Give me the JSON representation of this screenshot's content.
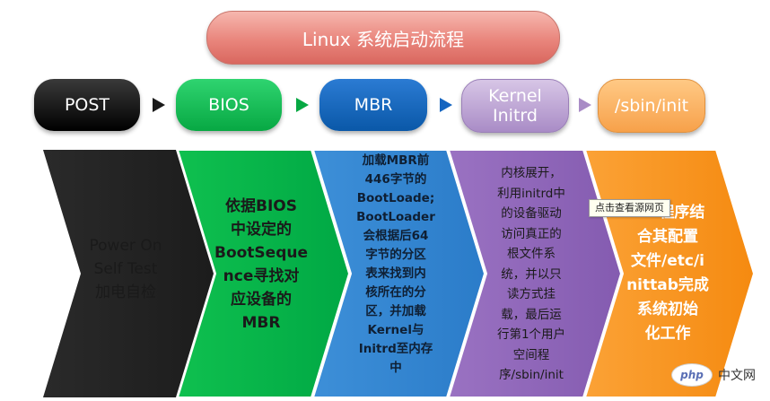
{
  "title": "Linux 系统启动流程",
  "stages": [
    {
      "label": "POST"
    },
    {
      "label": "BIOS"
    },
    {
      "label": "MBR"
    },
    {
      "label": "Kernel\nInitrd"
    },
    {
      "label": "/sbin/init"
    }
  ],
  "descriptions": [
    {
      "lines": [
        "Power On",
        "Self Test",
        "加电自检"
      ]
    },
    {
      "lines": [
        "依据BIOS",
        "中设定的",
        "BootSeque",
        "nce寻找对",
        "应设备的",
        "MBR"
      ]
    },
    {
      "lines": [
        "加载MBR前",
        "446字节的",
        "BootLoade;",
        "BootLoader",
        "会根据后64",
        "字节的分区",
        "表来找到内",
        "核所在的分",
        "区，并加载",
        "Kernel与",
        "Initrd至内存",
        "中"
      ]
    },
    {
      "lines": [
        "内核展开，",
        "利用initrd中",
        "的设备驱动",
        "访问真正的",
        "根文件系",
        "统，并以只",
        "读方式挂",
        "载，最后运",
        "行第1个用户",
        "空间程",
        "序/sbin/init"
      ]
    },
    {
      "lines": [
        "init程序结",
        "合其配置",
        "文件/etc/i",
        "nittab完成",
        "系统初始",
        "化工作"
      ]
    }
  ],
  "tooltip": "点击查看源网页",
  "watermark": {
    "logo": "php",
    "text": "中文网"
  },
  "colors": {
    "post": "#111111",
    "bios": "#00b050",
    "mbr": "#1f78c8",
    "kernel": "#8c63b5",
    "init": "#f7941d"
  }
}
